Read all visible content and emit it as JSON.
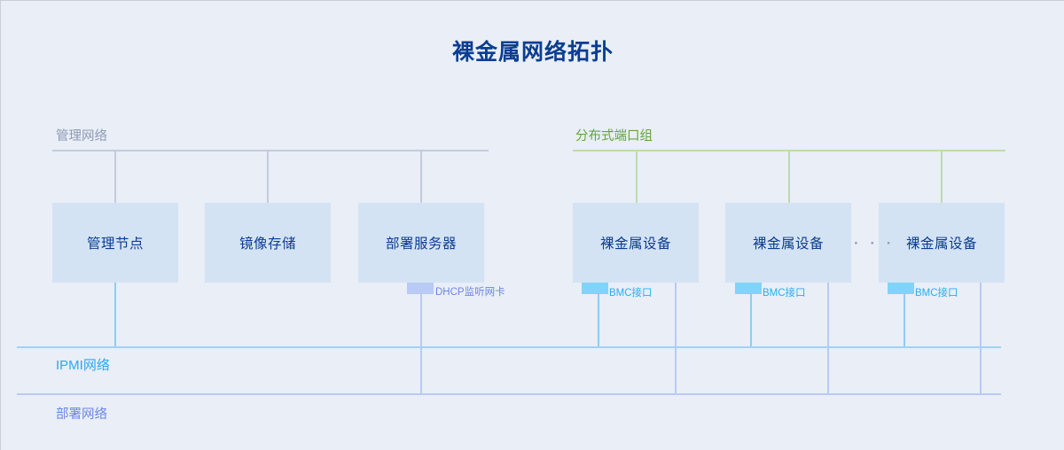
{
  "diagram": {
    "title": "裸金属网络拓扑",
    "background_color": "#e9eef7",
    "zones": [
      {
        "id": "management",
        "label": "管理网络",
        "color": "#8e9bb5"
      },
      {
        "id": "distributed-port",
        "label": "分布式端口组",
        "color": "#63a53c"
      },
      {
        "id": "ipmi",
        "label": "IPMI网络",
        "color": "#2ba8f0"
      },
      {
        "id": "deployment",
        "label": "部署网络",
        "color": "#6c86e8"
      }
    ],
    "nodes": [
      {
        "id": "management-node",
        "label": "管理节点",
        "group": "management"
      },
      {
        "id": "image-storage",
        "label": "镜像存储",
        "group": "management"
      },
      {
        "id": "deploy-server",
        "label": "部署服务器",
        "group": "management"
      },
      {
        "id": "bare-metal-1",
        "label": "裸金属设备",
        "group": "distributed-port"
      },
      {
        "id": "bare-metal-2",
        "label": "裸金属设备",
        "group": "distributed-port"
      },
      {
        "id": "bare-metal-n",
        "label": "裸金属设备",
        "group": "distributed-port"
      }
    ],
    "interfaces": [
      {
        "id": "dhcp-nic",
        "label": "DHCP监听网卡",
        "node": "deploy-server",
        "color": "#6c86e8"
      },
      {
        "id": "bmc-nic-1",
        "label": "BMC接口",
        "node": "bare-metal-1",
        "color": "#23b0f5"
      },
      {
        "id": "bmc-nic-2",
        "label": "BMC接口",
        "node": "bare-metal-2",
        "color": "#23b0f5"
      },
      {
        "id": "bmc-nic-n",
        "label": "BMC接口",
        "node": "bare-metal-n",
        "color": "#23b0f5"
      }
    ],
    "ellipsis": "· · ·",
    "node_box_color": "#d4e3f4",
    "node_text_color": "#0b3d91"
  }
}
